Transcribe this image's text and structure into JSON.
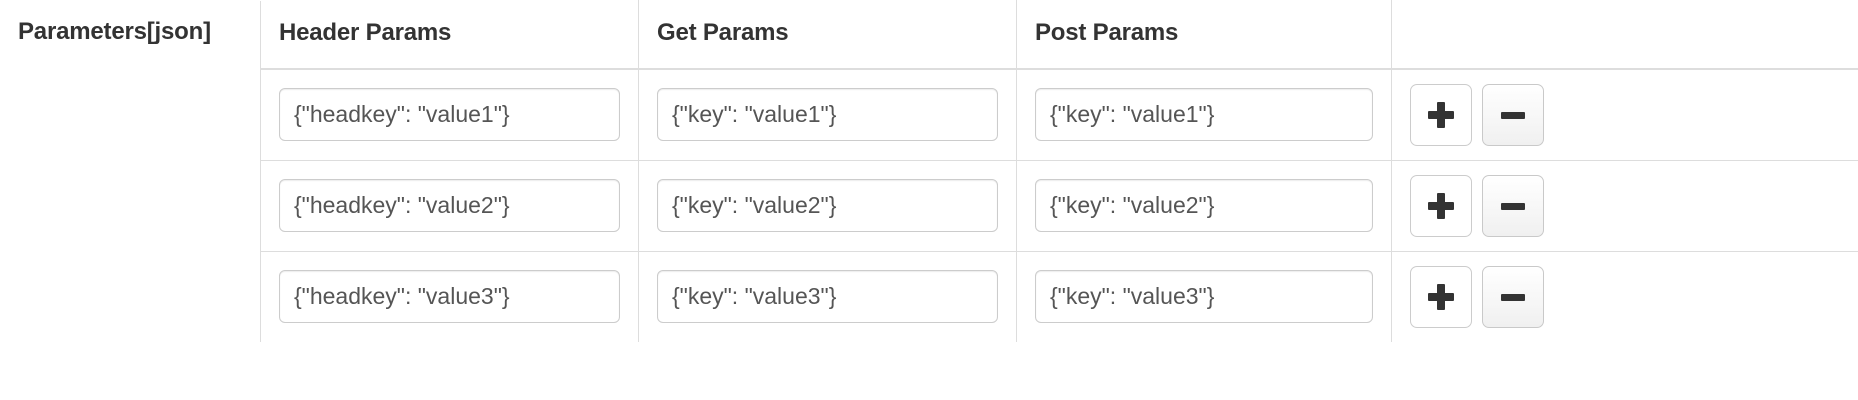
{
  "form": {
    "label": "Parameters[json]"
  },
  "table": {
    "columns": [
      {
        "key": "header_params",
        "label": "Header Params"
      },
      {
        "key": "get_params",
        "label": "Get Params"
      },
      {
        "key": "post_params",
        "label": "Post Params"
      },
      {
        "key": "actions",
        "label": ""
      }
    ],
    "rows": [
      {
        "header_params": "{\"headkey\": \"value1\"}",
        "get_params": "{\"key\": \"value1\"}",
        "post_params": "{\"key\": \"value1\"}",
        "add_label": "+",
        "remove_label": "−"
      },
      {
        "header_params": "{\"headkey\": \"value2\"}",
        "get_params": "{\"key\": \"value2\"}",
        "post_params": "{\"key\": \"value2\"}",
        "add_label": "+",
        "remove_label": "−"
      },
      {
        "header_params": "{\"headkey\": \"value3\"}",
        "get_params": "{\"key\": \"value3\"}",
        "post_params": "{\"key\": \"value3\"}",
        "add_label": "+",
        "remove_label": "−"
      }
    ],
    "icons": {
      "add": "plus-icon",
      "remove": "minus-icon"
    }
  },
  "colors": {
    "text": "#333333",
    "input_text": "#555555",
    "border": "#dddddd",
    "input_border": "#cccccc",
    "background": "#ffffff"
  }
}
